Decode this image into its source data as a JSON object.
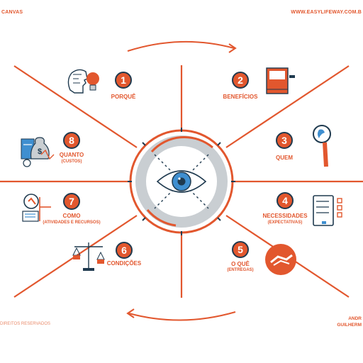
{
  "header": {
    "left": "CANVAS",
    "right": "WWW.EASYLIFEWAY.COM.B"
  },
  "footer": {
    "left": "DIREITOS RESERVADOS",
    "right_line1": "ANDR",
    "right_line2": "GUILHERM"
  },
  "items": [
    {
      "number": "1",
      "label": "PORQUÊ",
      "sub": ""
    },
    {
      "number": "2",
      "label": "BENEFÍCIOS",
      "sub": ""
    },
    {
      "number": "3",
      "label": "QUEM",
      "sub": ""
    },
    {
      "number": "4",
      "label": "NECESSIDADES",
      "sub": "(EXPECTATIVAS)"
    },
    {
      "number": "5",
      "label": "O QUÊ",
      "sub": "(ENTREGAS)"
    },
    {
      "number": "6",
      "label": "CONDIÇÕES",
      "sub": ""
    },
    {
      "number": "7",
      "label": "COMO",
      "sub": "(ATIVIDADES E RECURSOS)"
    },
    {
      "number": "8",
      "label": "QUANTO",
      "sub": "(CUSTOS)"
    }
  ],
  "colors": {
    "accent": "#e2572e",
    "navy": "#1f3a4f",
    "gray": "#c9ced2",
    "iris": "#3f8fd0"
  },
  "icons": [
    "head-bulb-icon",
    "book-icon",
    "magnifier-icon",
    "checklist-icon",
    "handshake-icon",
    "scales-icon",
    "gears-icon",
    "money-bag-icon",
    "eye-icon"
  ]
}
